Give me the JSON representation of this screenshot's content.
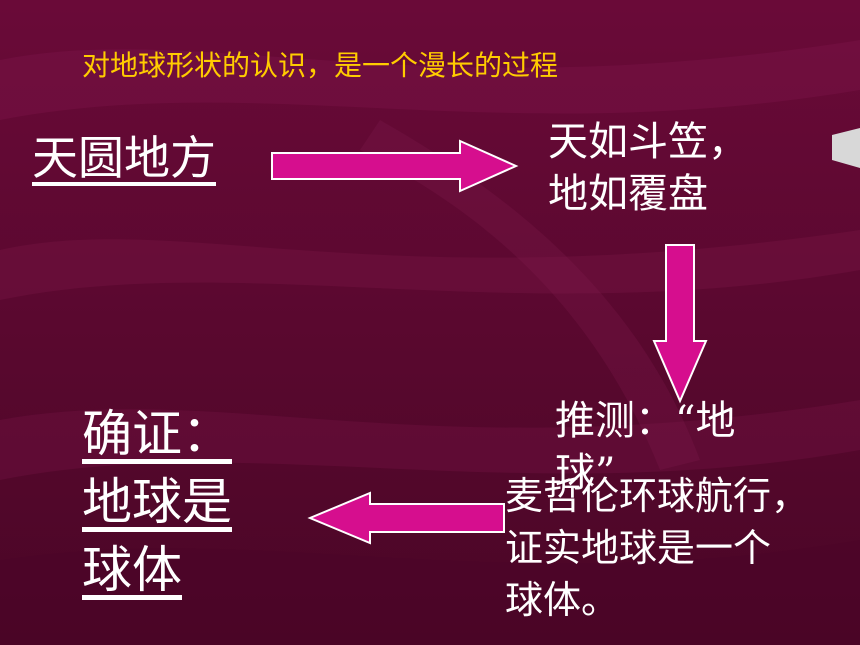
{
  "slide": {
    "title": "对地球形状的认识，是一个漫长的过程",
    "stage1": "天圆地方",
    "stage2": {
      "lines": [
        "天如斗笠，",
        "地如覆盘"
      ]
    },
    "stage3": {
      "lines": [
        "推测：“地",
        "球”"
      ]
    },
    "stage4": {
      "lines": [
        "麦哲伦环球航行，",
        "证实地球是一个",
        "球体。"
      ]
    },
    "conclusion": {
      "lines": [
        "确证：",
        "地球是",
        "球体"
      ]
    }
  },
  "colors": {
    "background": "#5e0730",
    "title": "#ffcc00",
    "text": "#ffffff",
    "arrow_fill": "#d60e8e",
    "arrow_stroke": "#ffffff"
  },
  "icons": [
    "arrow-right-icon",
    "arrow-down-icon",
    "arrow-left-icon"
  ]
}
